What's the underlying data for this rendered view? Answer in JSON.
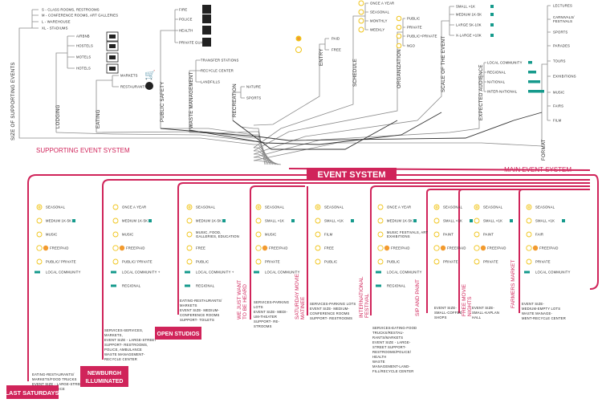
{
  "colors": {
    "pink": "#d0245a",
    "teal": "#159a8c",
    "yellow": "#f0c419",
    "orange": "#f29a2e",
    "gray": "#8a8a8a"
  },
  "title": {
    "event_system": "EVENT SYSTEM",
    "main_event_system": "MAIN EVENT SYSTEM",
    "supporting_event_system": "SUPPORTING EVENT SYSTEM"
  },
  "size": {
    "items": [
      "S  -  CLASS ROOMS, RESTROOMS",
      "M  -  CONFERENCE ROOMS, ART GALLERIES",
      "L  -  WAREHOUSE",
      "XL  -  STADIUMS"
    ],
    "label": "SIZE OF SUPPORTING EVENTS"
  },
  "lodging": {
    "label": "LODGING",
    "items": [
      "AIRBNB",
      "HOSTELS",
      "MOTELS",
      "HOTELS"
    ]
  },
  "eating": {
    "label": "EATING",
    "items": [
      "MARKETS",
      "RESTAURANTS"
    ]
  },
  "public_safety": {
    "label": "PUBLIC SAFETY",
    "items": [
      "FIRE",
      "POLICE",
      "HEALTH",
      "PRIVATE GUARDS"
    ]
  },
  "waste": {
    "label": "WASTE MANAGEMENT",
    "items": [
      "TRANSFER STATIONS",
      "RECYCLE CENTER",
      "LANDFILLS"
    ]
  },
  "recreation": {
    "label": "RECREATION",
    "items": [
      "NATURE",
      "SPORTS"
    ]
  },
  "entry": {
    "label": "ENTRY",
    "items": [
      "PAID",
      "FREE"
    ]
  },
  "schedule": {
    "label": "SCHEDULE",
    "items": [
      "ONCE A YEAR",
      "SEASONAL",
      "MONTHLY",
      "WEEKLY"
    ]
  },
  "organization": {
    "label": "ORGANIZATION",
    "items": [
      "PUBLIC",
      "PRIVATE",
      "PUBLIC+PRIVATE",
      "NGO"
    ]
  },
  "scale": {
    "label": "SCALE OF THE EVENT",
    "items": [
      "SMALL <1K",
      "MEDIUM 1K-5K",
      "LARGE 5K-10K",
      "X-LARGE >10K"
    ]
  },
  "audience": {
    "label": "EXPECTED AUDIENCE",
    "items": [
      "LOCAL COMMUNITY",
      "REGIONAL",
      "NATIONAL",
      "INTER-NATIONAL"
    ]
  },
  "format": {
    "label": "FORMAT",
    "items": [
      "LECTURES",
      "CARNIVALS/ FESTIVALS",
      "SPORTS",
      "PARADES",
      "TOURS",
      "EXHIBITIONS",
      "MUSIC",
      "FAIRS",
      "FILM"
    ]
  },
  "events": [
    {
      "name": "LAST SATURDAYS",
      "rows": [
        "SEASONAL",
        "MEDIUM 1K-5K",
        "MUSIC",
        "FREE/PAID",
        "PUBLIC/ PRIVATE",
        "LOCAL COMMUNITY"
      ],
      "note": [
        "EATING-RESTAURANTS/",
        "MARKETS/FOOD TRUCKS",
        "EVENT SIZE - LARGE-STREET",
        "SUPPORT- POLICE"
      ]
    },
    {
      "name": "NEWBURGH ILLUMINATED",
      "rows": [
        "ONCE A YEAR",
        "MEDIUM 1K-5K",
        "MUSIC",
        "FREE/PAID",
        "PUBLIC/ PRIVATE",
        "LOCAL COMMUNITY +",
        "REGIONAL"
      ],
      "note": [
        "SERVICES-SERVICES,",
        "MARKETS,",
        "EVENT SIZE - LARGE-STREET",
        "SUPPORT- RESTROOMS,",
        "POLICE, AMBULANCE",
        "WASTE MANAGEMENT-",
        "RECYCLE CENTER"
      ]
    },
    {
      "name": "OPEN STUDIOS",
      "rows": [
        "SEASONAL",
        "MEDIUM 1K-5K",
        "MUSIC, FOOD, GALLERIES, EDUCATION",
        "FREE",
        "PUBLIC",
        "LOCAL COMMUNITY +",
        "REGIONAL"
      ],
      "note": [
        "EATING-RESTAURANTS/",
        "MARKETS",
        "EVENT SIZE- MEDIUM-",
        "CONFERENCE ROOMS",
        "SUPPORT- TOILETS"
      ]
    },
    {
      "name": "WE JUST WANT TO BE HEARD",
      "rows": [
        "SEASONAL",
        "SMALL <1K",
        "MUSIC",
        "FREE/PAID",
        "PRIVATE",
        "LOCAL COMMUNITY"
      ],
      "note": [
        "SERVICES-PARKING",
        "LOTS",
        "EVENT SIZE- MEDI-",
        "UM-THEATER",
        "SUPPORT- RE-",
        "STROOMS"
      ]
    },
    {
      "name": "SATURDAY MOVIE MATINEE",
      "rows": [
        "SEASONAL",
        "SMALL <1K",
        "FILM",
        "FREE",
        "PUBLIC"
      ],
      "note": [
        "SERVICES-PARKING LOTS",
        "EVENT SIZE- MEDIUM-",
        "CONFERENCE ROOMS",
        "SUPPORT- RESTROOMS"
      ]
    },
    {
      "name": "INTERNATIONAL FESTIVAL",
      "rows": [
        "ONCE A YEAR",
        "MEDIUM 1K-5K",
        "MUSIC FESTIVALS, ART EXHIBITIONS",
        "FREE/PAID",
        "PUBLIC",
        "LOCAL COMMUNITY",
        "REGIONAL"
      ],
      "note": [
        "SERVICES-EATING-FOOD",
        "TRUCKS/RESTAU-",
        "RANTS/MARKETS",
        "EVENT SIZE - LARGE-",
        "STREET SUPPORT-",
        "RESTROOMS/POLICE/",
        "HEALTH",
        "WASTE",
        "MANAGEMENT-LAND-",
        "FILL/RECYCLE CENTER"
      ]
    },
    {
      "name": "SIP AND PAINT",
      "rows": [
        "SEASONAL",
        "SMALL <1K",
        "PAINT",
        "FREE/PAID",
        "PRIVATE"
      ],
      "note": [
        "EVENT SIZE-",
        "SMALL-COFFEE",
        "SHOPS"
      ]
    },
    {
      "name": "FREE MOVIE NIGHTS",
      "rows": [
        "SEASONAL",
        "SMALL <1K",
        "PAINT",
        "FREE/PAID",
        "PRIVATE"
      ],
      "note": [
        "EVENT SIZE-",
        "SMALL-KAPLAN",
        "HALL"
      ]
    },
    {
      "name": "FARMERS MARKET",
      "rows": [
        "SEASONAL",
        "SMALL <1K",
        "FAIR",
        "FREE/PAID",
        "PRIVATE",
        "LOCAL COMMUNITY"
      ],
      "note": [
        "EVENT SIZE-",
        "MEDIUM-EMPTY LOTS",
        "WASTE MANAGE-",
        "MENT-RECYCLE CENTER"
      ]
    }
  ]
}
